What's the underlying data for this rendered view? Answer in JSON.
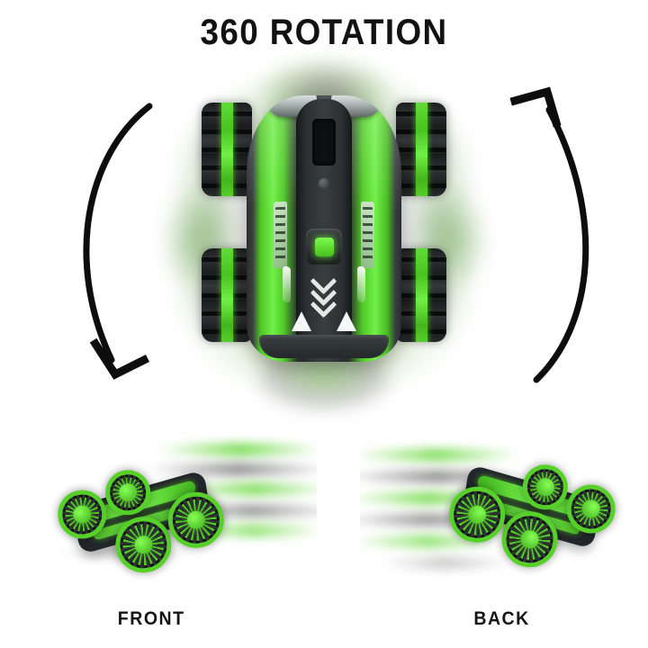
{
  "page": {
    "background_color": "#ffffff",
    "headline": "360 ROTATION"
  },
  "theme": {
    "accent_green": "#5ad42b",
    "accent_green_light": "#79f74f",
    "body_dark": "#22262a",
    "text_color": "#151515"
  },
  "rotation_graphic": {
    "name": "360-rotation-arrows",
    "left_arc": {
      "label": "counterclockwise-arc-left",
      "direction": "downward",
      "arrowhead_position": "bottom-left",
      "color": "#0d0d0d"
    },
    "right_arc": {
      "label": "counterclockwise-arc-right",
      "direction": "upward",
      "arrowhead_position": "top-right",
      "color": "#0d0d0d"
    }
  },
  "hero": {
    "name": "rc-stunt-car-top-view",
    "description": "spinning rc stunt car viewed from above",
    "wheel_count": 4,
    "has_motion_blur": true,
    "led_color": "#6ef046",
    "chevron_count": 3,
    "headlight_count": 2
  },
  "views": [
    {
      "id": "front",
      "caption": "FRONT",
      "name": "front-view",
      "blur_direction": "right"
    },
    {
      "id": "back",
      "caption": "BACK",
      "name": "back-view",
      "blur_direction": "left"
    }
  ]
}
